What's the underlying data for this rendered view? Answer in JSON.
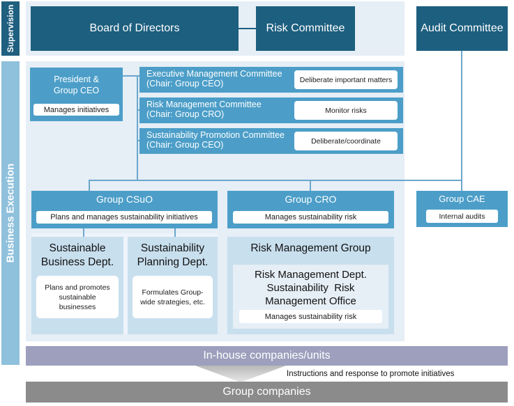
{
  "supervision": {
    "label": "Supervision",
    "board": "Board of Directors",
    "risk_committee": "Risk Committee",
    "audit_committee": "Audit Committee"
  },
  "business_execution": {
    "label": "Business Execution",
    "president": {
      "title_line1": "President &",
      "title_line2": "Group CEO",
      "role": "Manages initiatives"
    },
    "committees": [
      {
        "name": "Executive Management Committee",
        "chair": "(Chair: Group CEO)",
        "role": "Deliberate important matters"
      },
      {
        "name": "Risk Management Committee",
        "chair": "(Chair: Group CRO)",
        "role": "Monitor risks"
      },
      {
        "name": "Sustainability Promotion Committee",
        "chair": "(Chair: Group CEO)",
        "role": "Deliberate/coordinate"
      }
    ],
    "csuo": {
      "title": "Group CSuO",
      "role": "Plans and manages sustainability initiatives",
      "depts": [
        {
          "name_line1": "Sustainable",
          "name_line2": "Business Dept.",
          "role": "Plans and promotes sustainable businesses"
        },
        {
          "name_line1": "Sustainability",
          "name_line2": "Planning Dept.",
          "role": "Formulates Group-wide strategies, etc."
        }
      ]
    },
    "cro": {
      "title": "Group CRO",
      "role": "Manages sustainability risk",
      "group_name": "Risk Management Group",
      "dept_line1": "Risk Management Dept.",
      "dept_line2": "Sustainability  Risk",
      "dept_line3": "Management Office",
      "dept_role": "Manages sustainability risk"
    },
    "cae": {
      "title": "Group CAE",
      "role": "Internal audits"
    }
  },
  "bottom": {
    "inhouse": "In-house companies/units",
    "instructions": "Instructions and response to promote initiatives",
    "group_companies": "Group companies"
  },
  "colors": {
    "navy": "#1d5f7f",
    "mid_blue": "#4c9ec8",
    "light_blue": "#c8dfee",
    "purple_bar": "#9d9fbd",
    "gray_bar": "#8b8b8b"
  }
}
